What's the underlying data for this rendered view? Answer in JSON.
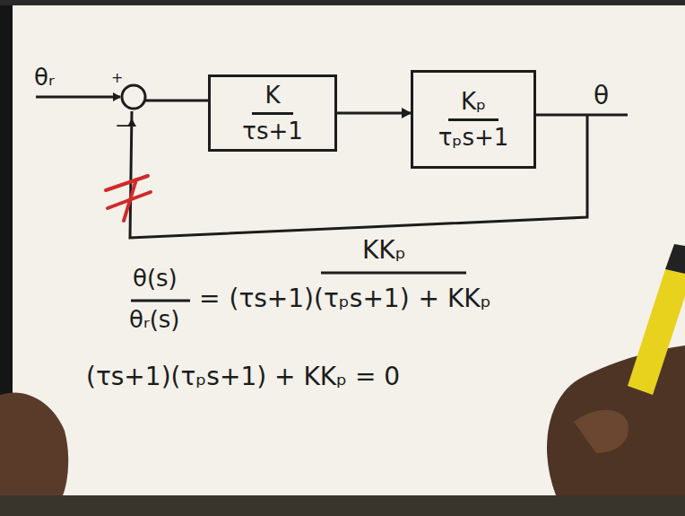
{
  "diagram": {
    "nodes": [
      {
        "text": [
          "K",
          "τs+1"
        ]
      },
      {
        "text": [
          "Kₚ",
          "τₚs+1"
        ]
      }
    ],
    "edges": [
      {
        "from": 0,
        "to": 1,
        "arrow": "to"
      }
    ],
    "labels": [
      "θᵣ",
      "+",
      "−",
      "θ",
      "θ(s)",
      "θᵣ(s)",
      "=",
      "KKₚ",
      "(τs+1)(τₚs+1)",
      "+ KKₚ",
      "(τs+1)(τₚs+1) + KKₚ = 0"
    ]
  }
}
